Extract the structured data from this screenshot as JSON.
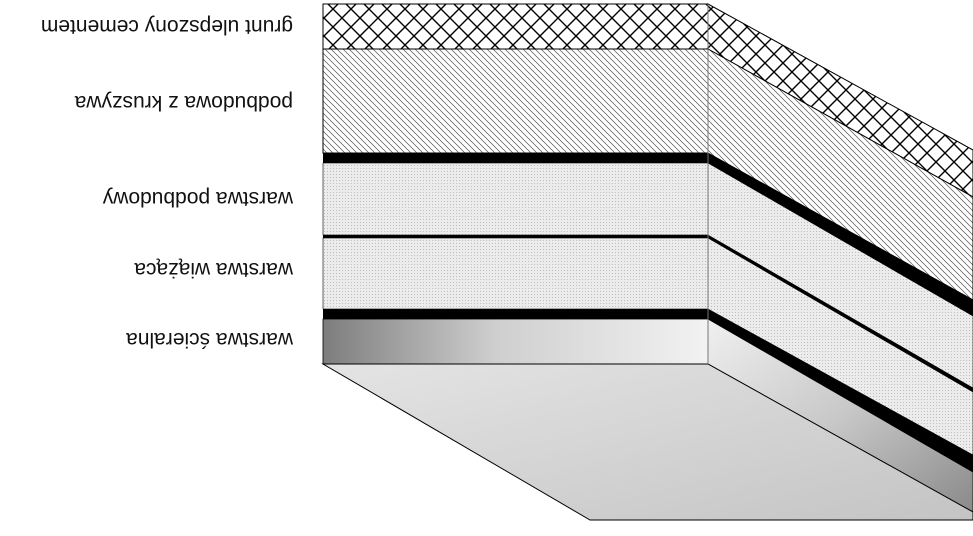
{
  "diagram": {
    "labels": [
      {
        "id": "grunt",
        "text": "grunt ulepszony cementem"
      },
      {
        "id": "podbudowa-kruszywo",
        "text": "podbudowa z kruszywa"
      },
      {
        "id": "podbudowa",
        "text": "warstwa podbudowy"
      },
      {
        "id": "wiazaca",
        "text": "warstwa wiążąca"
      },
      {
        "id": "scieralna",
        "text": "warstwa ścieralna"
      }
    ],
    "colors": {
      "outline": "#000000",
      "dark_band": "#000000",
      "front_light": "#e6e6e6",
      "front_dark": "#8a8a8a",
      "top_surface": "#d9d9d9",
      "hatch_line": "#444444"
    },
    "text_orientation": "mirrored-and-upside-down"
  }
}
